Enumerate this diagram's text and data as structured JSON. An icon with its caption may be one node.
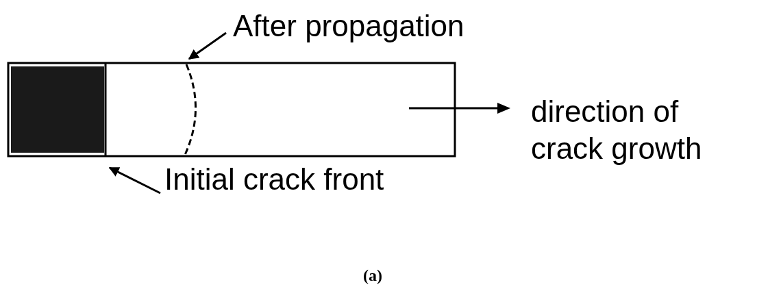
{
  "diagram": {
    "caption": "(a)",
    "nodes": [
      {
        "text": [
          "After propagation"
        ]
      },
      {
        "text": [
          "Initial crack front"
        ]
      }
    ],
    "edges": [
      {
        "from": 0,
        "to": null,
        "arrow": "to"
      },
      {
        "from": 1,
        "to": null,
        "arrow": "to"
      }
    ],
    "labels": [
      "direction of crack growth"
    ]
  }
}
